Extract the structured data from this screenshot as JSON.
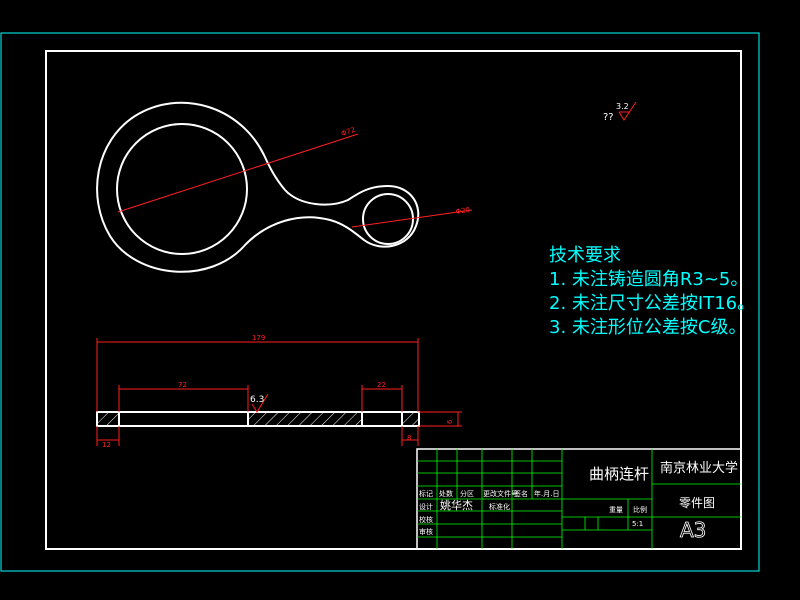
{
  "colors": {
    "background": "#000000",
    "frame": "#ffffff",
    "outer_border": "#00ffff",
    "part_outline": "#ffffff",
    "dimension": "#ff2020",
    "text_cyan": "#00ffff",
    "title_block_lines": "#00ff00",
    "hatch": "#ffffff"
  },
  "top_view": {
    "dim_large_diameter": "Φ72",
    "dim_small_diameter": "Φ20"
  },
  "roughness": {
    "value": "3.2",
    "prefix": "??"
  },
  "section_view": {
    "dim_total_length": "179",
    "dim_left_segment": "72",
    "dim_right_segment": "22",
    "dim_left_end": "12",
    "dim_right_end": "8",
    "dim_thickness": "6",
    "roughness_value": "6.3"
  },
  "technical_requirements": {
    "title": "技术要求",
    "items": [
      "1. 未注铸造圆角R3~5。",
      "2. 未注尺寸公差按IT16。",
      "3. 未注形位公差按C级。"
    ]
  },
  "title_block": {
    "part_name": "曲柄连杆",
    "school": "南京林业大学",
    "drawing_type": "零件图",
    "sheet_size": "A3",
    "scale": "5:1",
    "weight_label": "重量",
    "scale_label": "比例",
    "designer": "姚华杰",
    "row_labels": [
      "标记",
      "设计",
      "校核",
      "审核"
    ],
    "header_labels": [
      "处数",
      "分区",
      "更改文件号",
      "签名",
      "年.月.日"
    ],
    "std_label": "标准化"
  }
}
